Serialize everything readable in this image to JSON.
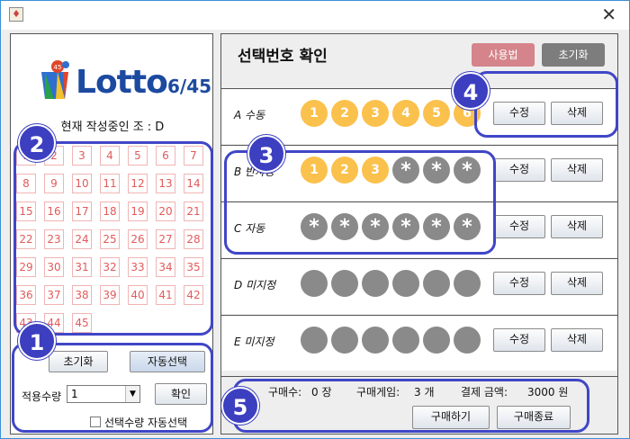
{
  "app": {
    "icon": "app-icon",
    "close_label": "✕"
  },
  "left": {
    "logo_text": "Lotto",
    "logo_sub": "6/45",
    "current_set": "현재 작성중인 조 : D",
    "numbers": [
      "1",
      "2",
      "3",
      "4",
      "5",
      "6",
      "7",
      "8",
      "9",
      "10",
      "11",
      "12",
      "13",
      "14",
      "15",
      "16",
      "17",
      "18",
      "19",
      "20",
      "21",
      "22",
      "23",
      "24",
      "25",
      "26",
      "27",
      "28",
      "29",
      "30",
      "31",
      "32",
      "33",
      "34",
      "35",
      "36",
      "37",
      "38",
      "39",
      "40",
      "41",
      "42",
      "43",
      "44",
      "45"
    ],
    "reset_label": "초기화",
    "auto_label": "자동선택",
    "qty_label": "적용수량",
    "qty_value": "1",
    "confirm_label": "확인",
    "auto_qty_label": "선택수량 자동선택"
  },
  "right": {
    "title": "선택번호 확인",
    "howto_label": "사용법",
    "reset_label": "초기화",
    "rows": [
      {
        "label": "A 수동",
        "balls": [
          "1",
          "2",
          "3",
          "4",
          "5",
          "6"
        ],
        "kind": "num",
        "edit": "수정",
        "delete": "삭제"
      },
      {
        "label": "B 반자동",
        "balls": [
          "1",
          "2",
          "3",
          "*",
          "*",
          "*"
        ],
        "kind": "mixed",
        "edit": "수정",
        "delete": "삭제"
      },
      {
        "label": "C 자동",
        "balls": [
          "*",
          "*",
          "*",
          "*",
          "*",
          "*"
        ],
        "kind": "star",
        "edit": "수정",
        "delete": "삭제"
      },
      {
        "label": "D 미지정",
        "balls": [
          "",
          "",
          "",
          "",
          "",
          ""
        ],
        "kind": "empty",
        "edit": "수정",
        "delete": "삭제"
      },
      {
        "label": "E 미지정",
        "balls": [
          "",
          "",
          "",
          "",
          "",
          ""
        ],
        "kind": "empty",
        "edit": "수정",
        "delete": "삭제"
      }
    ],
    "summary": {
      "count_label": "구매수:",
      "count_value": "0 장",
      "games_label": "구매게임:",
      "games_value": "3 개",
      "amount_label": "결제 금액:",
      "amount_value": "3000 원",
      "buy_label": "구매하기",
      "end_label": "구매종료"
    }
  },
  "callouts": [
    "1",
    "2",
    "3",
    "4",
    "5"
  ],
  "colors": {
    "accent": "#3c3fc0",
    "ball": "#fbc14d",
    "ball_empty": "#8a8a8a",
    "grid_text": "#e25a5a",
    "howto": "#d4848a"
  }
}
